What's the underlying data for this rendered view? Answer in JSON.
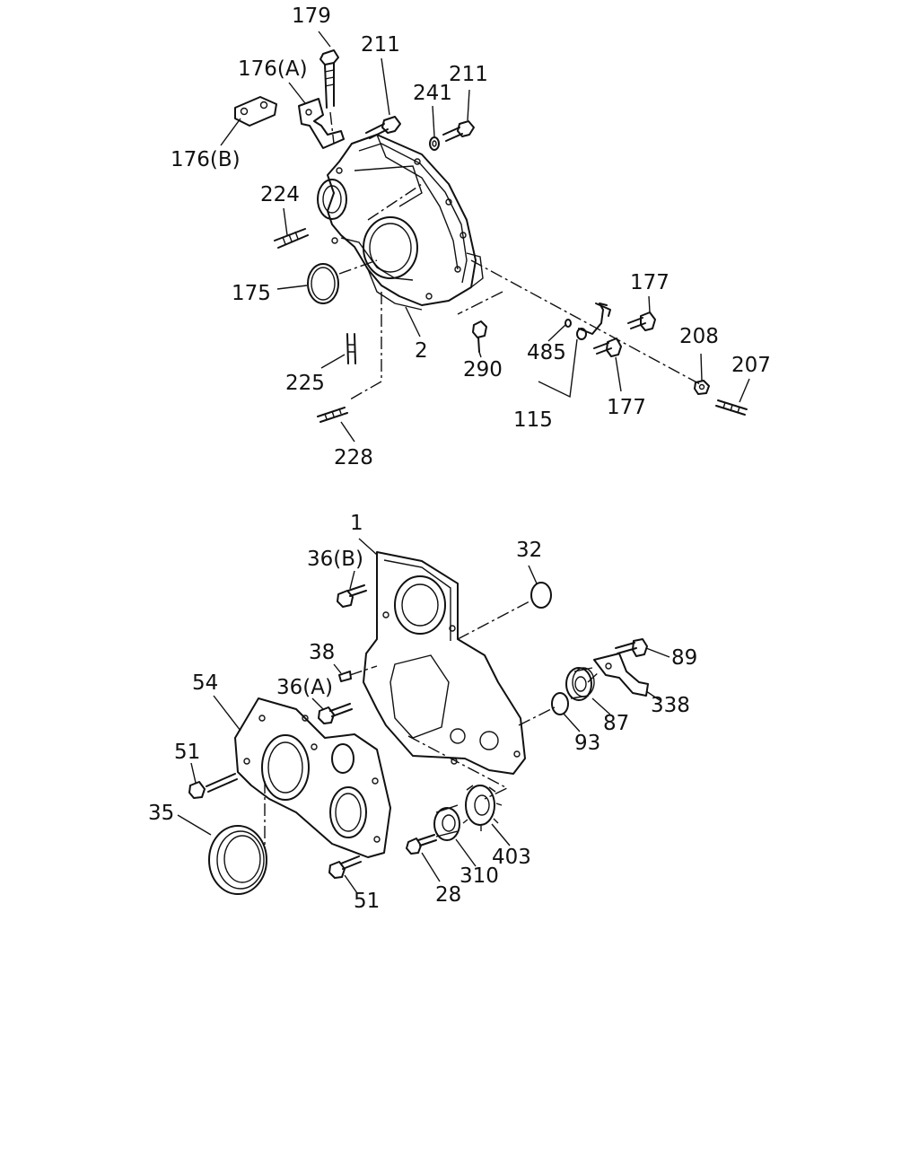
{
  "callouts": {
    "c179": "179",
    "c176a": "176(A)",
    "c211a": "211",
    "c241": "241",
    "c211b": "211",
    "c176b": "176(B)",
    "c224": "224",
    "c175": "175",
    "c2": "2",
    "c225": "225",
    "c228": "228",
    "c177a": "177",
    "c208": "208",
    "c207": "207",
    "c485": "485",
    "c290": "290",
    "c177b": "177",
    "c115": "115",
    "c1": "1",
    "c36b": "36(B)",
    "c32": "32",
    "c38": "38",
    "c89": "89",
    "c54": "54",
    "c36a": "36(A)",
    "c338": "338",
    "c87": "87",
    "c93": "93",
    "c51a": "51",
    "c35": "35",
    "c403": "403",
    "c310": "310",
    "c28": "28",
    "c51b": "51"
  }
}
